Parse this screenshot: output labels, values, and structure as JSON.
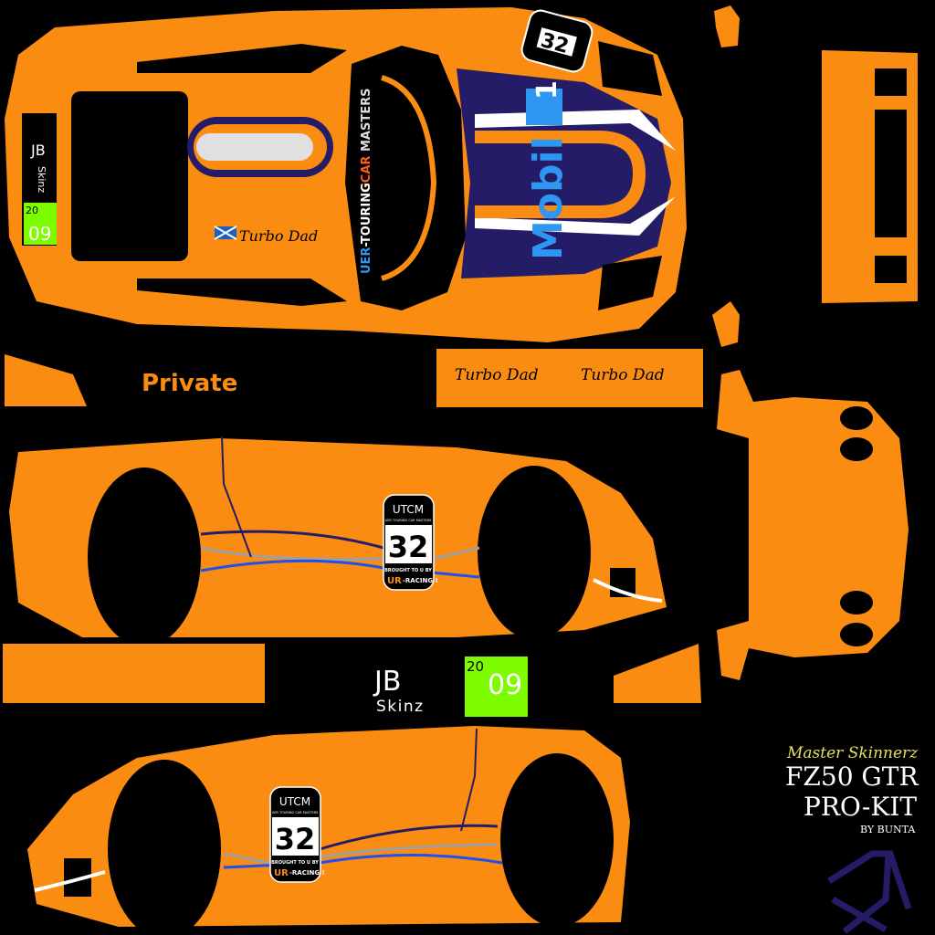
{
  "colors": {
    "background": "#000000",
    "body_orange": "#fb8c12",
    "navy": "#241c66",
    "mobil_blue": "#2e97f2",
    "plate_green": "#7dfc00",
    "stripe_grey": "#a0a0a0",
    "signature_yellow": "#e8e05a"
  },
  "top": {
    "driver_initials": "JB",
    "driver_brand": "Skinz",
    "plate_small_year": "20",
    "plate_number": "09",
    "flag_icon": "scotland-flag-icon",
    "driver_name": "Turbo Dad",
    "series_banner": "UER-TOURING CAR MASTERS",
    "series_banner_parts": [
      "UER",
      "-TOURING",
      "CAR",
      " MASTERS"
    ],
    "sponsor": "Mobil",
    "sponsor_number": "1",
    "roof_number": "32"
  },
  "strip": {
    "private_label": "Private",
    "name_left": "Turbo Dad",
    "name_right": "Turbo Dad"
  },
  "number_panel": {
    "logo_letters": "UTCM",
    "series_small": "UER TOURING CAR MASTERS",
    "number": "32",
    "brought": "BROUGHT TO U BY",
    "team_logo": "UR",
    "team": "-RACING !"
  },
  "door_plate": {
    "initials": "JB",
    "brand": "Skinz",
    "year_small": "20",
    "number": "09"
  },
  "credits": {
    "signature": "Master Skinnerz",
    "model": "FZ50 GTR",
    "kit": "PRO-KIT",
    "author": "BY BUNTA"
  }
}
